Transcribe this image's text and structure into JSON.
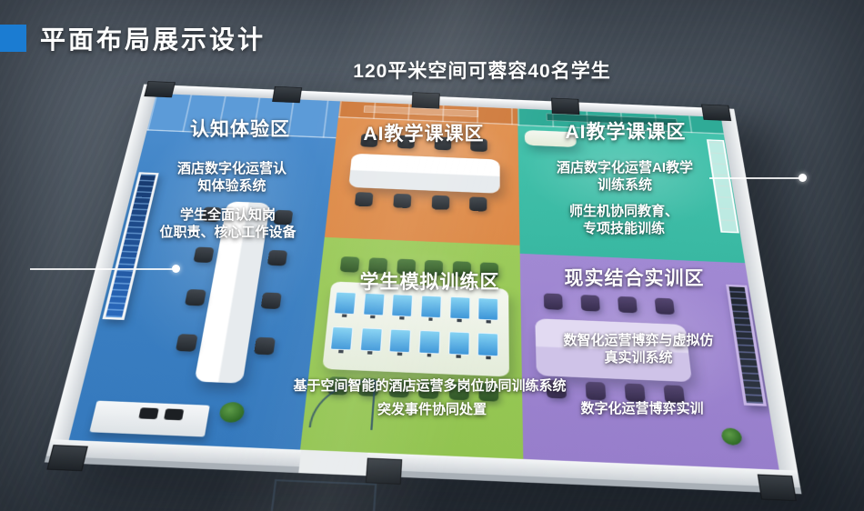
{
  "slide": {
    "title": "平面布局展示设计",
    "subtitle": "120平米空间可蓉容40名学生"
  },
  "zones": {
    "cognitive": {
      "title": "认知体验区",
      "body1": [
        "酒店数字化运营认",
        "知体验系统"
      ],
      "body2": [
        "学生全面认知岗",
        "位职责、核心工作设备"
      ],
      "floor_color": "#3e82c4"
    },
    "ai_teaching_center": {
      "title": "AI教学课课区",
      "floor_color": "#dd8a48"
    },
    "ai_teaching_right": {
      "title": "AI教学课课区",
      "body1": [
        "酒店数字化运营AI教学",
        "训练系统"
      ],
      "body2": [
        "师生机协同教育、",
        "专项技能训练"
      ],
      "floor_color": "#39b8a2"
    },
    "simulation": {
      "title": "学生模拟训练区",
      "body1": [
        "基于空间智能的酒店运营多岗位协同训练系统"
      ],
      "body2": [
        "突发事件协同处置"
      ],
      "floor_color": "#92c450"
    },
    "reality_training": {
      "title": "现实结合实训区",
      "body1": [
        "数智化运营博弈与虚拟仿",
        "真实训系统"
      ],
      "body2": [
        "数字化运营博弈实训"
      ],
      "floor_color": "#977ecb"
    }
  },
  "colors": {
    "accent": "#1b7cd2",
    "background": "#49525c",
    "wall": "#e9ecee",
    "pillar": "#262b31"
  }
}
